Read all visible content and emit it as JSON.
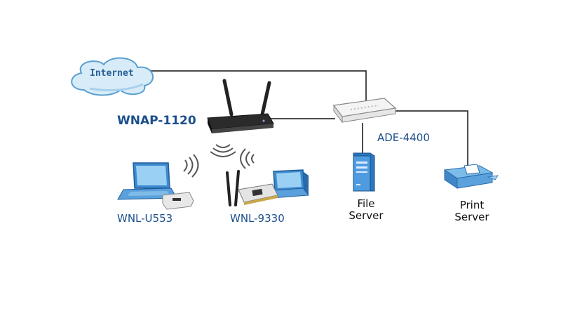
{
  "internet": {
    "label": "Internet"
  },
  "access_point": {
    "label": "WNAP-1120"
  },
  "router": {
    "label": "ADE-4400"
  },
  "file_server": {
    "line1": "File",
    "line2": "Server"
  },
  "print_server": {
    "line1": "Print",
    "line2": "Server"
  },
  "usb_adapter": {
    "label": "WNL-U553"
  },
  "pci_card": {
    "label": "WNL-9330"
  },
  "colors": {
    "label_blue": "#1b4f8c",
    "cloud_fill": "#d7ecf8",
    "cloud_stroke": "#5a9fd0"
  }
}
